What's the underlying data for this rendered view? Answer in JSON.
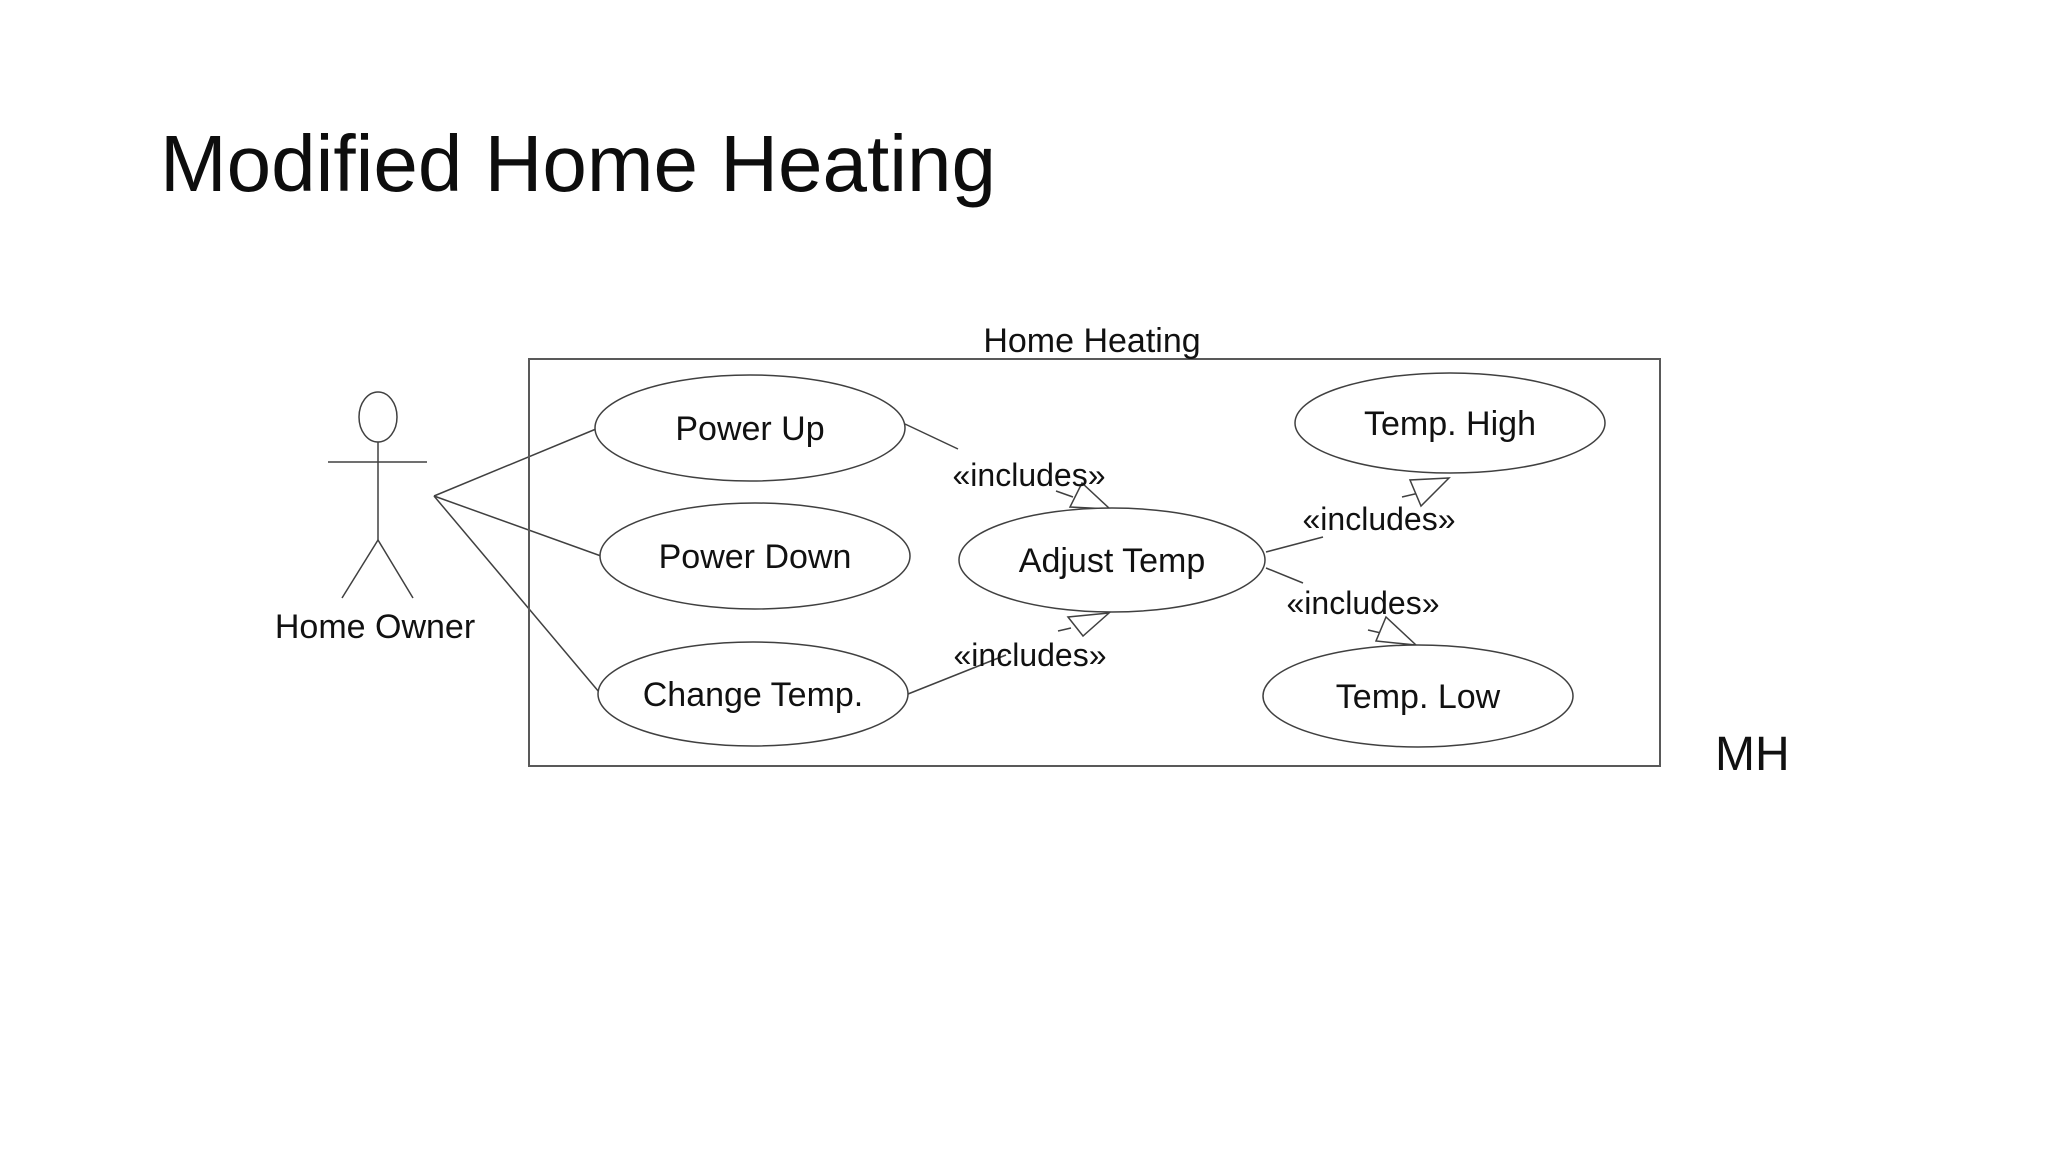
{
  "slide": {
    "background": "#ffffff"
  },
  "title": {
    "text": "Modified Home Heating"
  },
  "diagram": {
    "system": {
      "label": "Home Heating",
      "corner_label": "MH"
    },
    "actor": {
      "label": "Home Owner"
    },
    "use_cases": [
      {
        "label": "Power Up"
      },
      {
        "label": "Power Down"
      },
      {
        "label": "Change Temp."
      },
      {
        "label": "Adjust Temp"
      },
      {
        "label": "Temp. High"
      },
      {
        "label": "Temp. Low"
      }
    ],
    "includes": [
      {
        "label": "«includes»",
        "from": "Power Up",
        "to": "Adjust Temp"
      },
      {
        "label": "«includes»",
        "from": "Change Temp.",
        "to": "Adjust Temp"
      },
      {
        "label": "«includes»",
        "from": "Adjust Temp",
        "to": "Temp. High"
      },
      {
        "label": "«includes»",
        "from": "Adjust Temp",
        "to": "Temp. Low"
      }
    ],
    "colors": {
      "stroke": "#404040",
      "boundary": "#595959",
      "text": "#111111"
    }
  }
}
